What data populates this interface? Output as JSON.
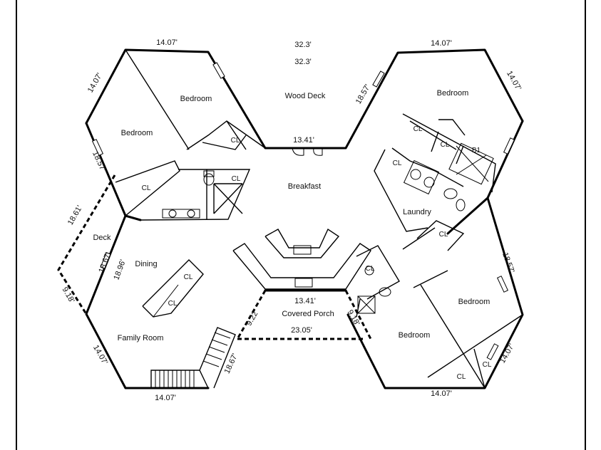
{
  "rooms": {
    "bedroom_top_left": "Bedroom",
    "bedroom_left": "Bedroom",
    "wood_deck": "Wood Deck",
    "bedroom_top_right": "Bedroom",
    "breakfast": "Breakfast",
    "laundry": "Laundry",
    "deck": "Deck",
    "dining": "Dining",
    "family_room": "Family Room",
    "covered_porch": "Covered Porch",
    "bedroom_bottom_right": "Bedroom",
    "bedroom_bottom_center": "Bedroom"
  },
  "labels": {
    "cl": "CL",
    "b1": "B1"
  },
  "dimensions": {
    "top_left": "14.07'",
    "top_center_outer": "32.3'",
    "top_center_inner": "32.3'",
    "top_right": "14.07'",
    "right_top_slant": "14.07'",
    "left_top_slant": "14.07'",
    "deck_inner": "18.57'",
    "wood_deck_side": "18.57'",
    "wood_deck_bottom": "13.41'",
    "deck_outer": "18.61'",
    "dining_wall": "18.67'",
    "dining_wall_2": "18.96'",
    "deck_short": "9.18'",
    "right_mid": "18.57'",
    "porch_top": "13.41'",
    "porch_left": "9.22'",
    "porch_right": "9.18'",
    "porch_bottom": "23.05'",
    "left_bottom_slant": "14.07'",
    "bottom_left": "14.07'",
    "family_stair_side": "18.67'",
    "right_bottom_slant": "14.07'",
    "bottom_right": "14.07'"
  }
}
